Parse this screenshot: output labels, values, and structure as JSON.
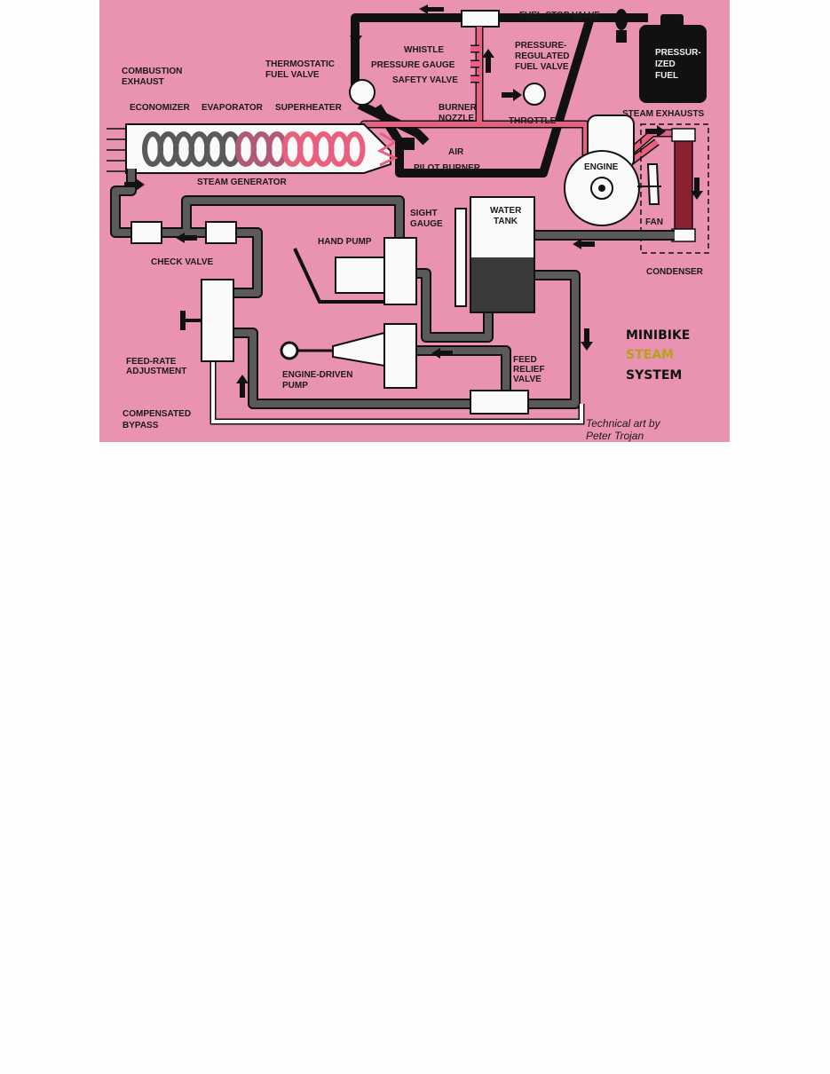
{
  "diagram": {
    "background_color": "#ea92b2",
    "labels": {
      "fuel_stop_valve": "FUEL-STOP VALVE",
      "whistle": "WHISTLE",
      "pressure_gauge": "PRESSURE GAUGE",
      "safety_valve": "SAFETY VALVE",
      "pressure_regulated_fuel_valve": [
        "PRESSURE-",
        "REGULATED",
        "FUEL VALVE"
      ],
      "pressurized_fuel": [
        "PRESSUR-",
        "IZED",
        "FUEL"
      ],
      "thermostatic_fuel_valve": [
        "THERMOSTATIC",
        "FUEL VALVE"
      ],
      "combustion_exhaust": [
        "COMBUSTION",
        "EXHAUST"
      ],
      "economizer": "ECONOMIZER",
      "evaporator": "EVAPORATOR",
      "superheater": "SUPERHEATER",
      "burner_nozzle": [
        "BURNER",
        "NOZZLE"
      ],
      "throttle": "THROTTLE",
      "steam_exhausts": "STEAM EXHAUSTS",
      "air": "AIR",
      "pilot_burner": "PILOT BURNER",
      "steam_generator": "STEAM GENERATOR",
      "engine": "ENGINE",
      "fan": "FAN",
      "condenser": "CONDENSER",
      "sight_gauge": [
        "SIGHT",
        "GAUGE"
      ],
      "water_tank": [
        "WATER",
        "TANK"
      ],
      "check_valve": "CHECK VALVE",
      "hand_pump": "HAND PUMP",
      "feed_rate_adjustment": [
        "FEED-RATE",
        "ADJUSTMENT"
      ],
      "engine_driven_pump": [
        "ENGINE-DRIVEN",
        "PUMP"
      ],
      "feed_relief_valve": [
        "FEED",
        "RELIEF",
        "VALVE"
      ],
      "compensated_bypass": [
        "COMPENSATED",
        "BYPASS"
      ]
    },
    "title": [
      "MINIBIKE",
      "STEAM",
      "SYSTEM"
    ],
    "title_colors": [
      "#111111",
      "#b8a21a",
      "#111111"
    ],
    "credit": [
      "Technical art by",
      "Peter Trojan"
    ]
  }
}
